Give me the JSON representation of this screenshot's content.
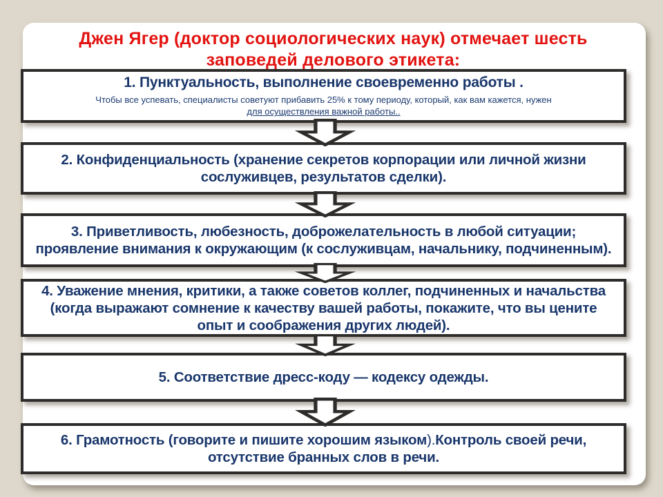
{
  "page": {
    "background_color": "#ddd8cb",
    "panel_color": "#ffffff",
    "border_color": "#2e2c2a",
    "title_color": "#e21310",
    "text_color": "#19366b"
  },
  "title": {
    "text": "Джен Ягер (доктор социологических наук) отмечает шесть заповедей делового этикета:"
  },
  "diagram": {
    "arrow_icon": "down-block-arrow",
    "boxes": [
      {
        "heading": "1. Пунктуальность, выполнение своевременно работы .",
        "note_line1": "Чтобы все успевать, специалисты советуют прибавить 25% к тому периоду, который, как вам кажется, нужен",
        "note_line2": "для осуществления важной работы.."
      },
      {
        "heading": "2. Конфиденциальность (хранение секретов корпорации или личной жизни сослуживцев, результатов сделки)."
      },
      {
        "heading": "3. Приветливость, любезность, доброжелательность в любой ситуации; проявление внимания к окружающим (к сослуживцам, начальнику, подчиненным)."
      },
      {
        "heading": "4. Уважение мнения, критики, а также советов коллег, подчиненных и начальства (когда выражают сомнение к качеству вашей работы, покажите, что вы цените опыт и соображения других людей)."
      },
      {
        "heading": "5. Соответствие дресс-коду — кодексу одежды."
      },
      {
        "heading_bold_1": "6. Грамотность (говорите и пишите хорошим языком",
        "heading_regular": ").",
        "heading_bold_2": "Контроль своей речи, отсутствие бранных слов в речи."
      }
    ]
  }
}
